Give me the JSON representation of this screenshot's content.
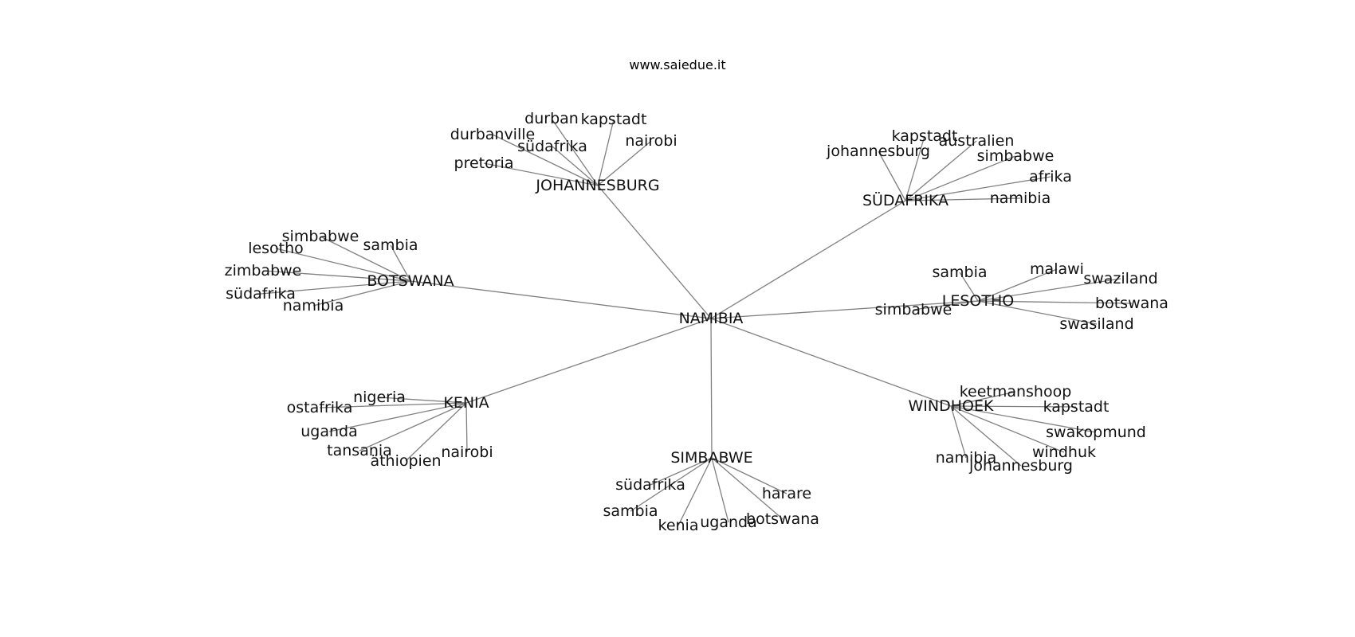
{
  "watermark": "www.saiedue.it",
  "graph": {
    "root": "NAMIBIA",
    "hubs": [
      {
        "label": "JOHANNESBURG",
        "leaves": [
          "durban",
          "kapstadt",
          "durbanville",
          "nairobi",
          "südafrika",
          "pretoria"
        ]
      },
      {
        "label": "SÜDAFRIKA",
        "leaves": [
          "kapstadt",
          "australien",
          "johannesburg",
          "simbabwe",
          "afrika",
          "namibia"
        ]
      },
      {
        "label": "BOTSWANA",
        "leaves": [
          "simbabwe",
          "sambia",
          "lesotho",
          "zimbabwe",
          "südafrika",
          "namibia"
        ]
      },
      {
        "label": "LESOTHO",
        "leaves": [
          "sambia",
          "malawi",
          "swaziland",
          "simbabwe",
          "botswana",
          "swasiland"
        ]
      },
      {
        "label": "KENIA",
        "leaves": [
          "nigeria",
          "ostafrika",
          "uganda",
          "tansania",
          "äthiopien",
          "nairobi"
        ]
      },
      {
        "label": "WINDHOEK",
        "leaves": [
          "keetmanshoop",
          "kapstadt",
          "swakopmund",
          "windhuk",
          "namibia",
          "johannesburg"
        ]
      },
      {
        "label": "SIMBABWE",
        "leaves": [
          "südafrika",
          "harare",
          "sambia",
          "kenia",
          "uganda",
          "botswana"
        ]
      }
    ]
  }
}
